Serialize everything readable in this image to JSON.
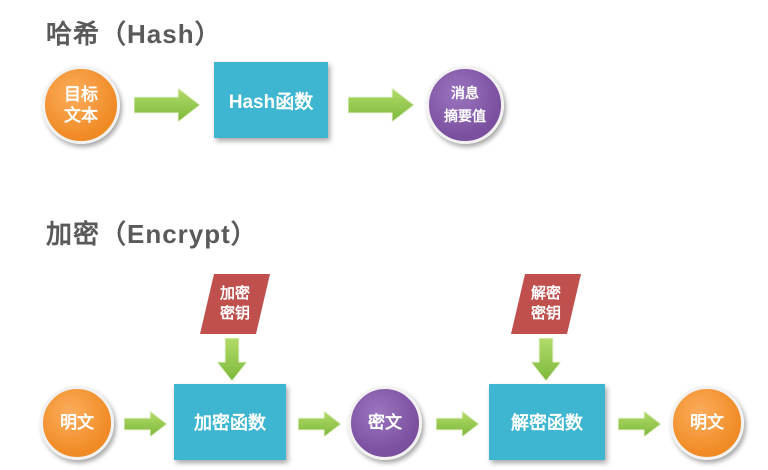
{
  "hash_section": {
    "title": "哈希（Hash）",
    "input": [
      "目标",
      "文本"
    ],
    "function": "Hash函数",
    "output": [
      "消息",
      "摘要值"
    ]
  },
  "encrypt_section": {
    "title": "加密（Encrypt）",
    "plaintext_in": "明文",
    "encrypt_function": "加密函数",
    "encrypt_key": [
      "加密",
      "密钥"
    ],
    "ciphertext": "密文",
    "decrypt_function": "解密函数",
    "decrypt_key": [
      "解密",
      "密钥"
    ],
    "plaintext_out": "明文"
  },
  "colors": {
    "orange": "#f08a24",
    "purple": "#7a4f9e",
    "blue": "#3fb6d1",
    "green_arrow": "#8dc63f",
    "key_red": "#c0504d",
    "title_gray": "#5a5a5a"
  }
}
